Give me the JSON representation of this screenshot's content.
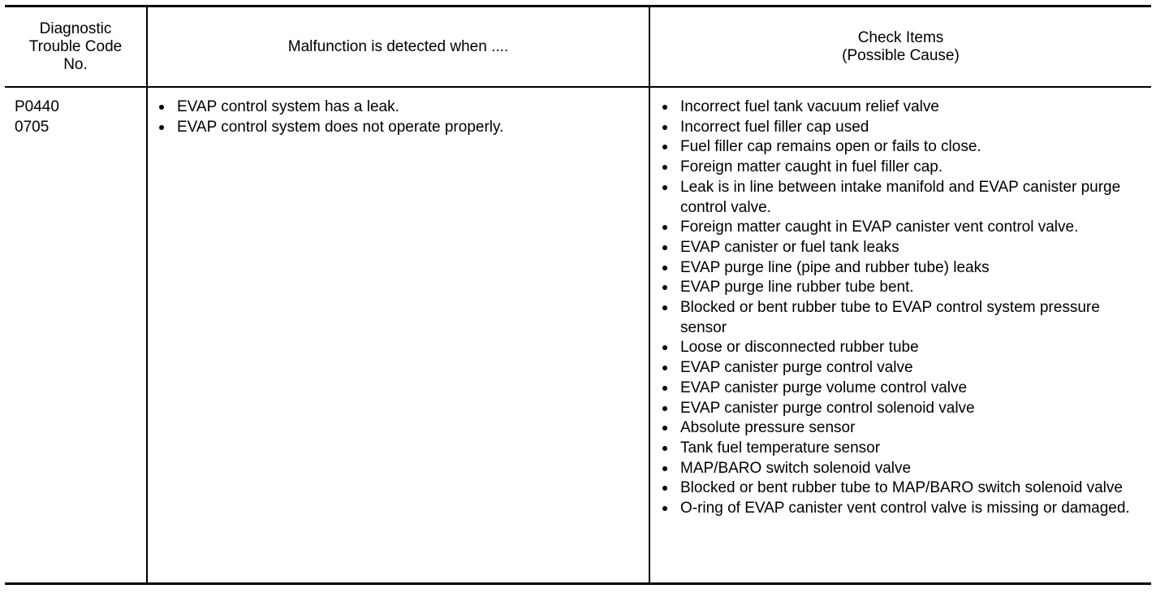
{
  "table": {
    "headers": {
      "code": "Diagnostic\nTrouble Code\nNo.",
      "malfunction": "Malfunction is detected when ....",
      "check": "Check Items\n(Possible Cause)"
    },
    "row": {
      "codes": [
        "P0440",
        "0705"
      ],
      "malfunction_items": [
        "EVAP control system has a leak.",
        "EVAP control system does not operate properly."
      ],
      "check_items": [
        "Incorrect fuel tank vacuum relief valve",
        "Incorrect fuel filler cap used",
        "Fuel filler cap remains open or fails to close.",
        "Foreign matter caught in fuel filler cap.",
        "Leak is in line between intake manifold and EVAP canister purge control valve.",
        "Foreign matter caught in EVAP canister vent control valve.",
        "EVAP canister or fuel tank leaks",
        "EVAP purge line (pipe and rubber tube) leaks",
        "EVAP purge line rubber tube bent.",
        "Blocked or bent rubber tube to EVAP control system pressure sensor",
        "Loose or disconnected rubber tube",
        "EVAP canister purge control valve",
        "EVAP canister purge volume control valve",
        "EVAP canister purge control solenoid valve",
        "Absolute pressure sensor",
        "Tank fuel temperature sensor",
        "MAP/BARO switch solenoid valve",
        "Blocked or bent rubber tube to MAP/BARO switch solenoid valve",
        "O-ring of EVAP canister vent control valve is missing or damaged."
      ]
    }
  }
}
